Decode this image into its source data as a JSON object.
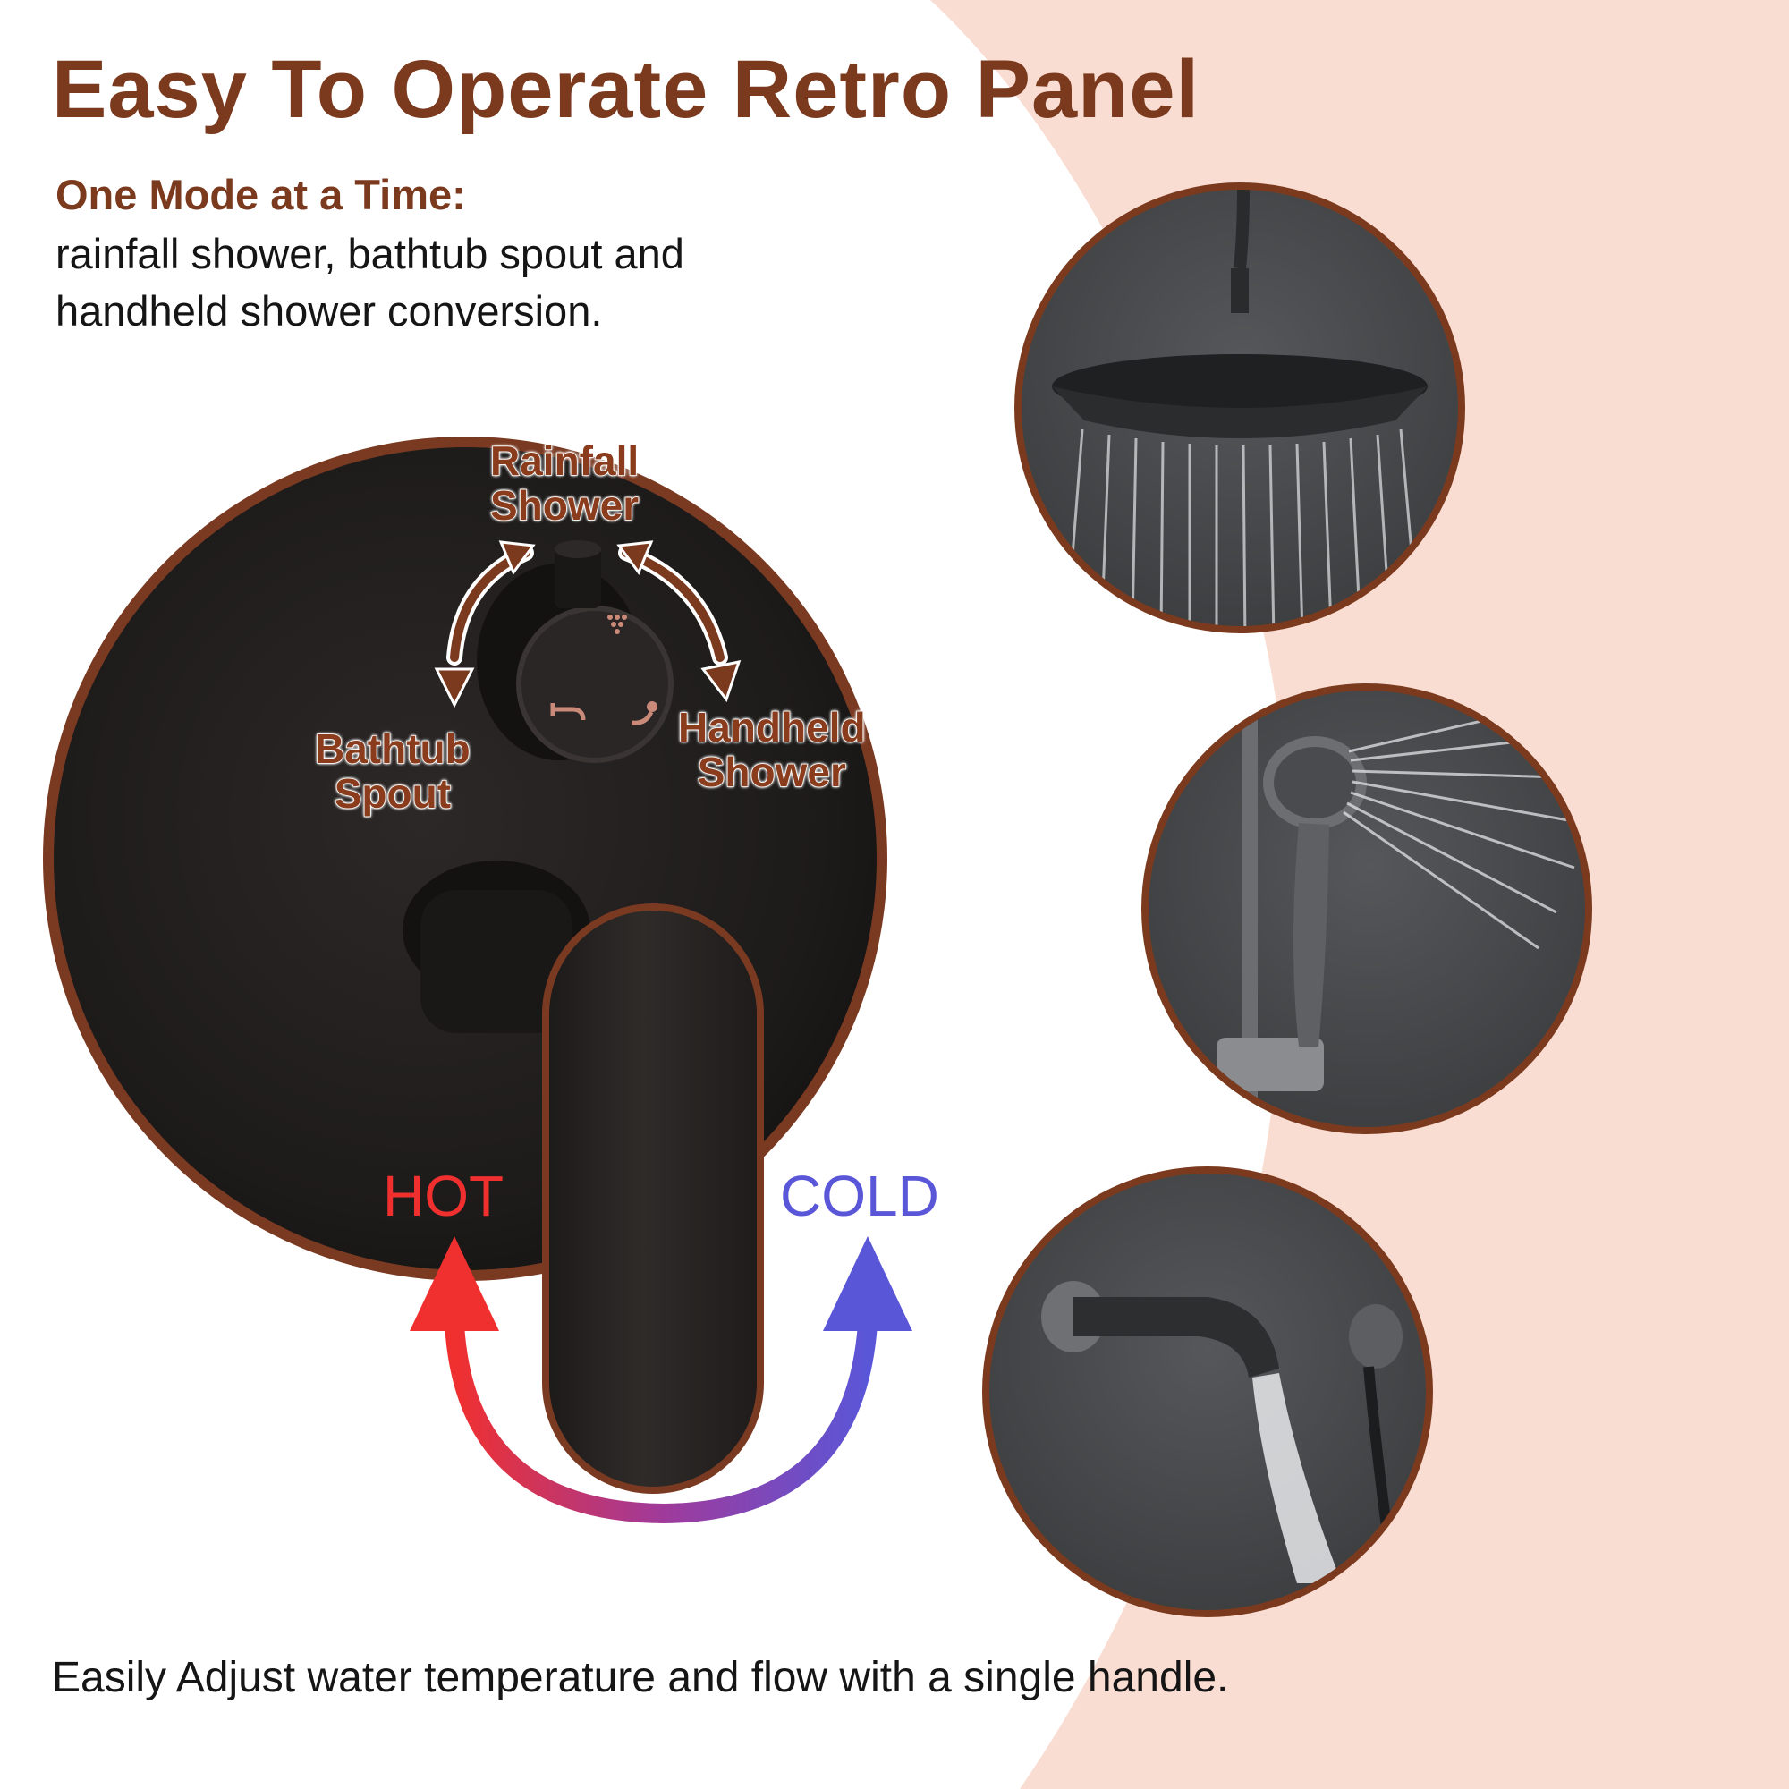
{
  "title": "Easy To Operate Retro Panel",
  "subheading": "One Mode at a Time:",
  "description_lines": [
    "rainfall shower, bathtub spout and",
    "handheld shower conversion."
  ],
  "diverter_modes": {
    "rainfall": [
      "Rainfall",
      "Shower"
    ],
    "bathtub": [
      "Bathtub",
      "Spout"
    ],
    "handheld": [
      "Handheld",
      "Shower"
    ]
  },
  "temperature": {
    "hot_label": "HOT",
    "cold_label": "COLD"
  },
  "footer": "Easily Adjust water temperature and flow with a single handle.",
  "colors": {
    "title_brown": "#7b3a1e",
    "label_brown": "#8a3c1c",
    "panel_black": "#262322",
    "rim_bronze": "#7a3a22",
    "background_blush": "#f9ddd2",
    "hot_red": "#f0302f",
    "cold_blue": "#5a56d8"
  },
  "icons": [
    "rainfall-shower-icon",
    "bathtub-spout-icon",
    "handheld-shower-icon",
    "rotate-arrow-icon"
  ]
}
